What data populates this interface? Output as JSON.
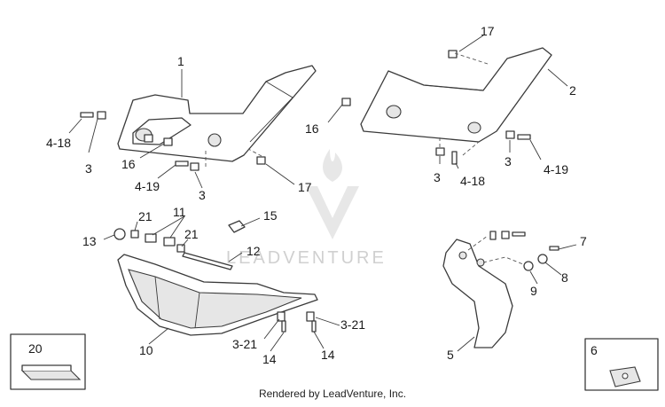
{
  "labels": {
    "l1": "1",
    "l2": "2",
    "l17a": "17",
    "l17b": "17",
    "l418a": "4-18",
    "l418b": "4-18",
    "l3a": "3",
    "l3b": "3",
    "l3c": "3",
    "l16a": "16",
    "l16b": "16",
    "l419a": "4-19",
    "l419b": "4-19",
    "l21a": "21",
    "l21b": "21",
    "l11": "11",
    "l13": "13",
    "l15": "15",
    "l12": "12",
    "l10": "10",
    "l321a": "3-21",
    "l321b": "3-21",
    "l14a": "14",
    "l14b": "14",
    "l7": "7",
    "l8": "8",
    "l9": "9",
    "l5": "5",
    "l20": "20",
    "l6": "6"
  },
  "watermark": "LEADVENTURE",
  "footer": "Rendered by LeadVenture, Inc.",
  "colors": {
    "line": "#3a3a3a",
    "watermark": "#d4d4d4",
    "shade": "#e6e6e6"
  }
}
